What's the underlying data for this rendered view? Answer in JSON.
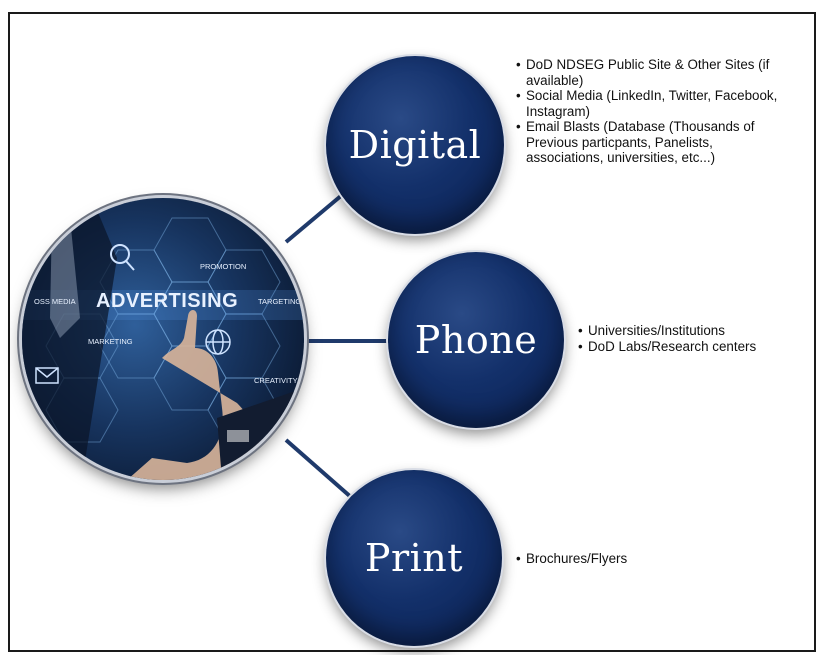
{
  "hub": {
    "main_word": "ADVERTISING",
    "tags": {
      "promotion": "PROMOTION",
      "targeting": "TARGETING",
      "marketing": "MARKETING",
      "creativity": "CREATIVITY",
      "cross_media": "OSS MEDIA"
    }
  },
  "nodes": [
    {
      "label": "Digital",
      "bullets": [
        "DoD NDSEG Public Site & Other Sites (if available)",
        "Social Media (LinkedIn, Twitter, Facebook, Instagram)",
        "Email Blasts (Database (Thousands of Previous particpants, Panelists, associations, universities, etc...)"
      ]
    },
    {
      "label": "Phone",
      "bullets": [
        "Universities/Institutions",
        "DoD Labs/Research centers"
      ]
    },
    {
      "label": "Print",
      "bullets": [
        "Brochures/Flyers"
      ]
    }
  ],
  "colors": {
    "bubble": "#13306a",
    "connector": "#1f3a6b",
    "frame": "#1a1a1a"
  }
}
